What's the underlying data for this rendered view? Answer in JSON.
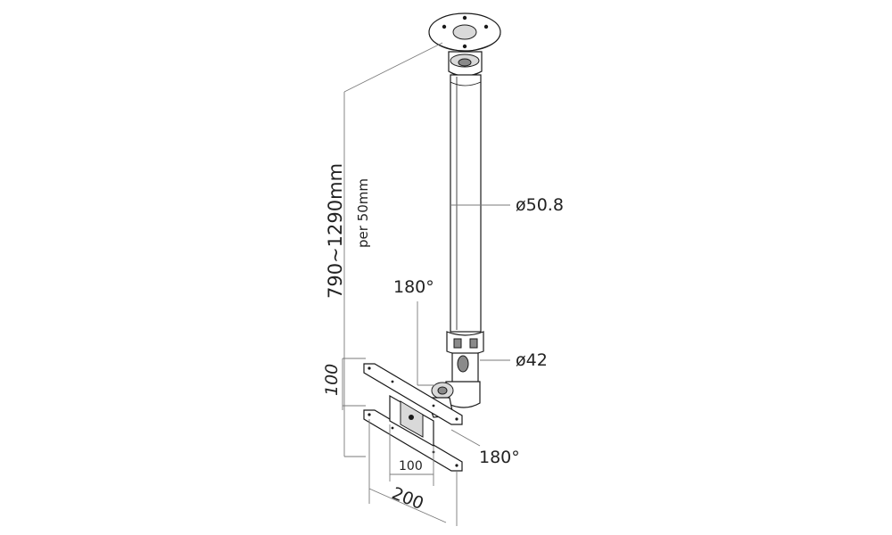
{
  "labels": {
    "height_range": "790~1290mm",
    "height_step": "per 50mm",
    "pole_diameter": "ø50.8",
    "lower_diameter": "ø42",
    "tilt_angle": "180°",
    "swivel_angle": "180°",
    "plate_height": "100",
    "vesa_inner": "100",
    "vesa_outer": "200"
  }
}
